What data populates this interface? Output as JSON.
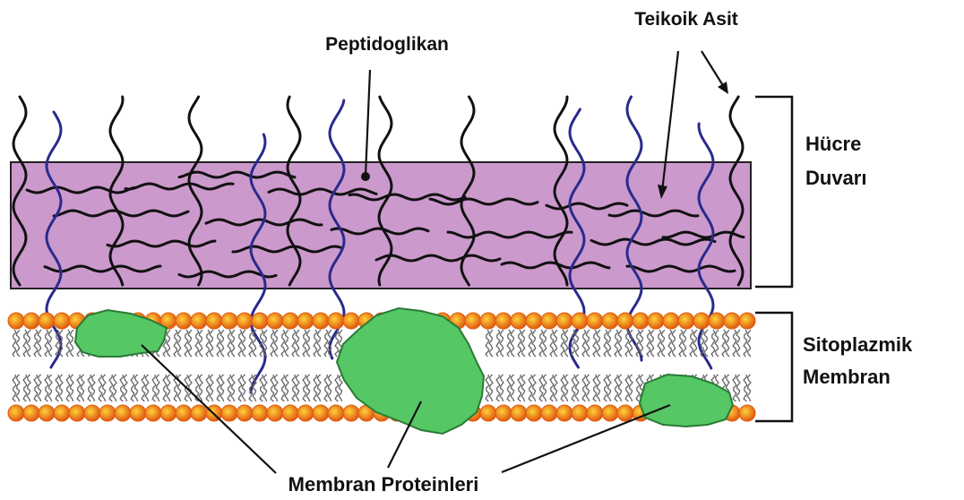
{
  "labels": {
    "peptidoglycan": "Peptidoglikan",
    "teichoic_acid": "Teikoik Asit",
    "cell_wall_line1": "Hücre",
    "cell_wall_line2": "Duvarı",
    "membrane_line1": "Sitoplazmik",
    "membrane_line2": "Membran",
    "membrane_proteins": "Membran Proteinleri"
  },
  "colors": {
    "cell_wall_fill": "#cc99cc",
    "peptidoglycan_strand": "#111111",
    "teichoic_strand": "#2a2a8c",
    "lipid_head_center": "#ffd23a",
    "lipid_head_edge": "#e05a10",
    "protein_fill": "#55c765",
    "protein_edge": "#2a7a36",
    "lipid_tail": "#666666"
  }
}
